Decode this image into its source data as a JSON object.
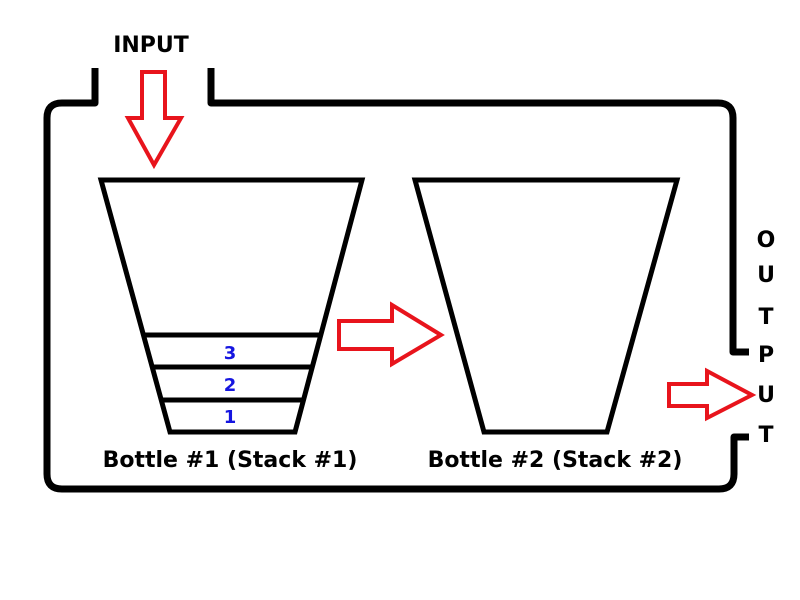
{
  "input_label": "INPUT",
  "output_letters": [
    "O",
    "U",
    "T",
    "P",
    "U",
    "T"
  ],
  "bottle1": {
    "label": "Bottle #1 (Stack #1)",
    "layers": [
      "3",
      "2",
      "1"
    ]
  },
  "bottle2": {
    "label": "Bottle #2 (Stack #2)"
  },
  "colors": {
    "outline": "#000000",
    "arrow_stroke": "#e8141c",
    "arrow_fill": "#ffffff",
    "layer_number": "#1515e0"
  }
}
